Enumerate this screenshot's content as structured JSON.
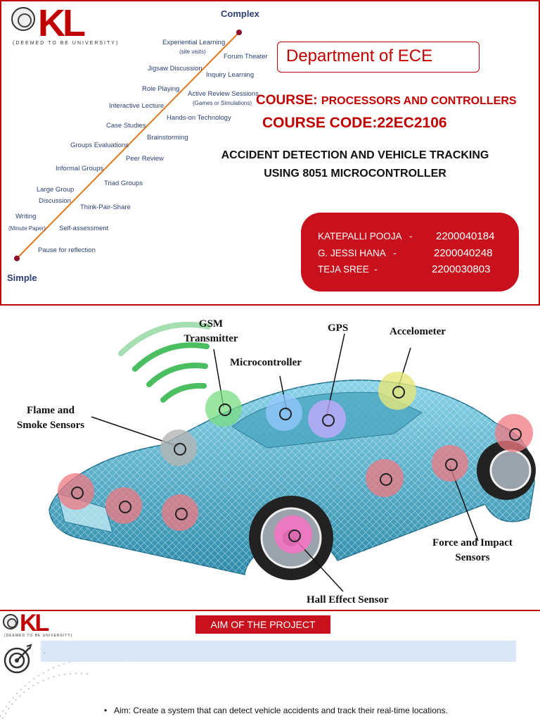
{
  "slide1": {
    "logo": {
      "text": "KL",
      "tagline": "(DEEMED TO BE UNIVERSITY)"
    },
    "ladder": {
      "top_label": "Complex",
      "bottom_label": "Simple",
      "items": [
        {
          "text": "Experiential Learning"
        },
        {
          "text": "(site visits)"
        },
        {
          "text": "Forum Theater"
        },
        {
          "text": "Jigsaw Discussion"
        },
        {
          "text": "Inquiry Learning"
        },
        {
          "text": "Role Playing"
        },
        {
          "text": "Active Review Sessions"
        },
        {
          "text": "(Games or Simulations)"
        },
        {
          "text": "Interactive Lecture"
        },
        {
          "text": "Hands-on Technology"
        },
        {
          "text": "Case Studies"
        },
        {
          "text": "Brainstorming"
        },
        {
          "text": "Groups Evaluations"
        },
        {
          "text": "Peer Review"
        },
        {
          "text": "Informal Groups"
        },
        {
          "text": "Triad Groups"
        },
        {
          "text": "Large Group"
        },
        {
          "text": "Discussion"
        },
        {
          "text": "Think-Pair-Share"
        },
        {
          "text": "Writing"
        },
        {
          "text": "(Minute Paper)"
        },
        {
          "text": "Self-assessment"
        },
        {
          "text": "Pause for reflection"
        }
      ]
    },
    "department": "Department of ECE",
    "course_label": "COURSE:",
    "course_name": "PROCESSORS AND CONTROLLERS",
    "course_code": "COURSE CODE:22EC2106",
    "title_line1": "ACCIDENT DETECTION AND VEHICLE TRACKING",
    "title_line2": "USING 8051 MICROCONTROLLER",
    "students": [
      {
        "name": "KATEPALLI POOJA   -",
        "id": "2200040184"
      },
      {
        "name": "G. JESSI HANA   -",
        "id": "2200040248"
      },
      {
        "name": "TEJA SREE  -",
        "id": "2200030803"
      }
    ],
    "accent_color": "#c00000"
  },
  "slide2": {
    "callouts": {
      "gsm_1": "GSM",
      "gsm_2": "Transmitter",
      "gps": "GPS",
      "accelometer": "Accelometer",
      "microcontroller": "Microcontroller",
      "flame_1": "Flame and",
      "flame_2": "Smoke Sensors",
      "force_1": "Force and Impact",
      "force_2": "Sensors",
      "hall": "Hall Effect Sensor"
    }
  },
  "slide3": {
    "logo": {
      "text": "KL",
      "tagline": "(DEEMED TO BE UNIVERSITY)"
    },
    "aim_title": "AIM OF THE PROJECT",
    "bar_text": ".",
    "bullet": "Aim: Create a system that can detect vehicle accidents and track their real-time locations."
  }
}
